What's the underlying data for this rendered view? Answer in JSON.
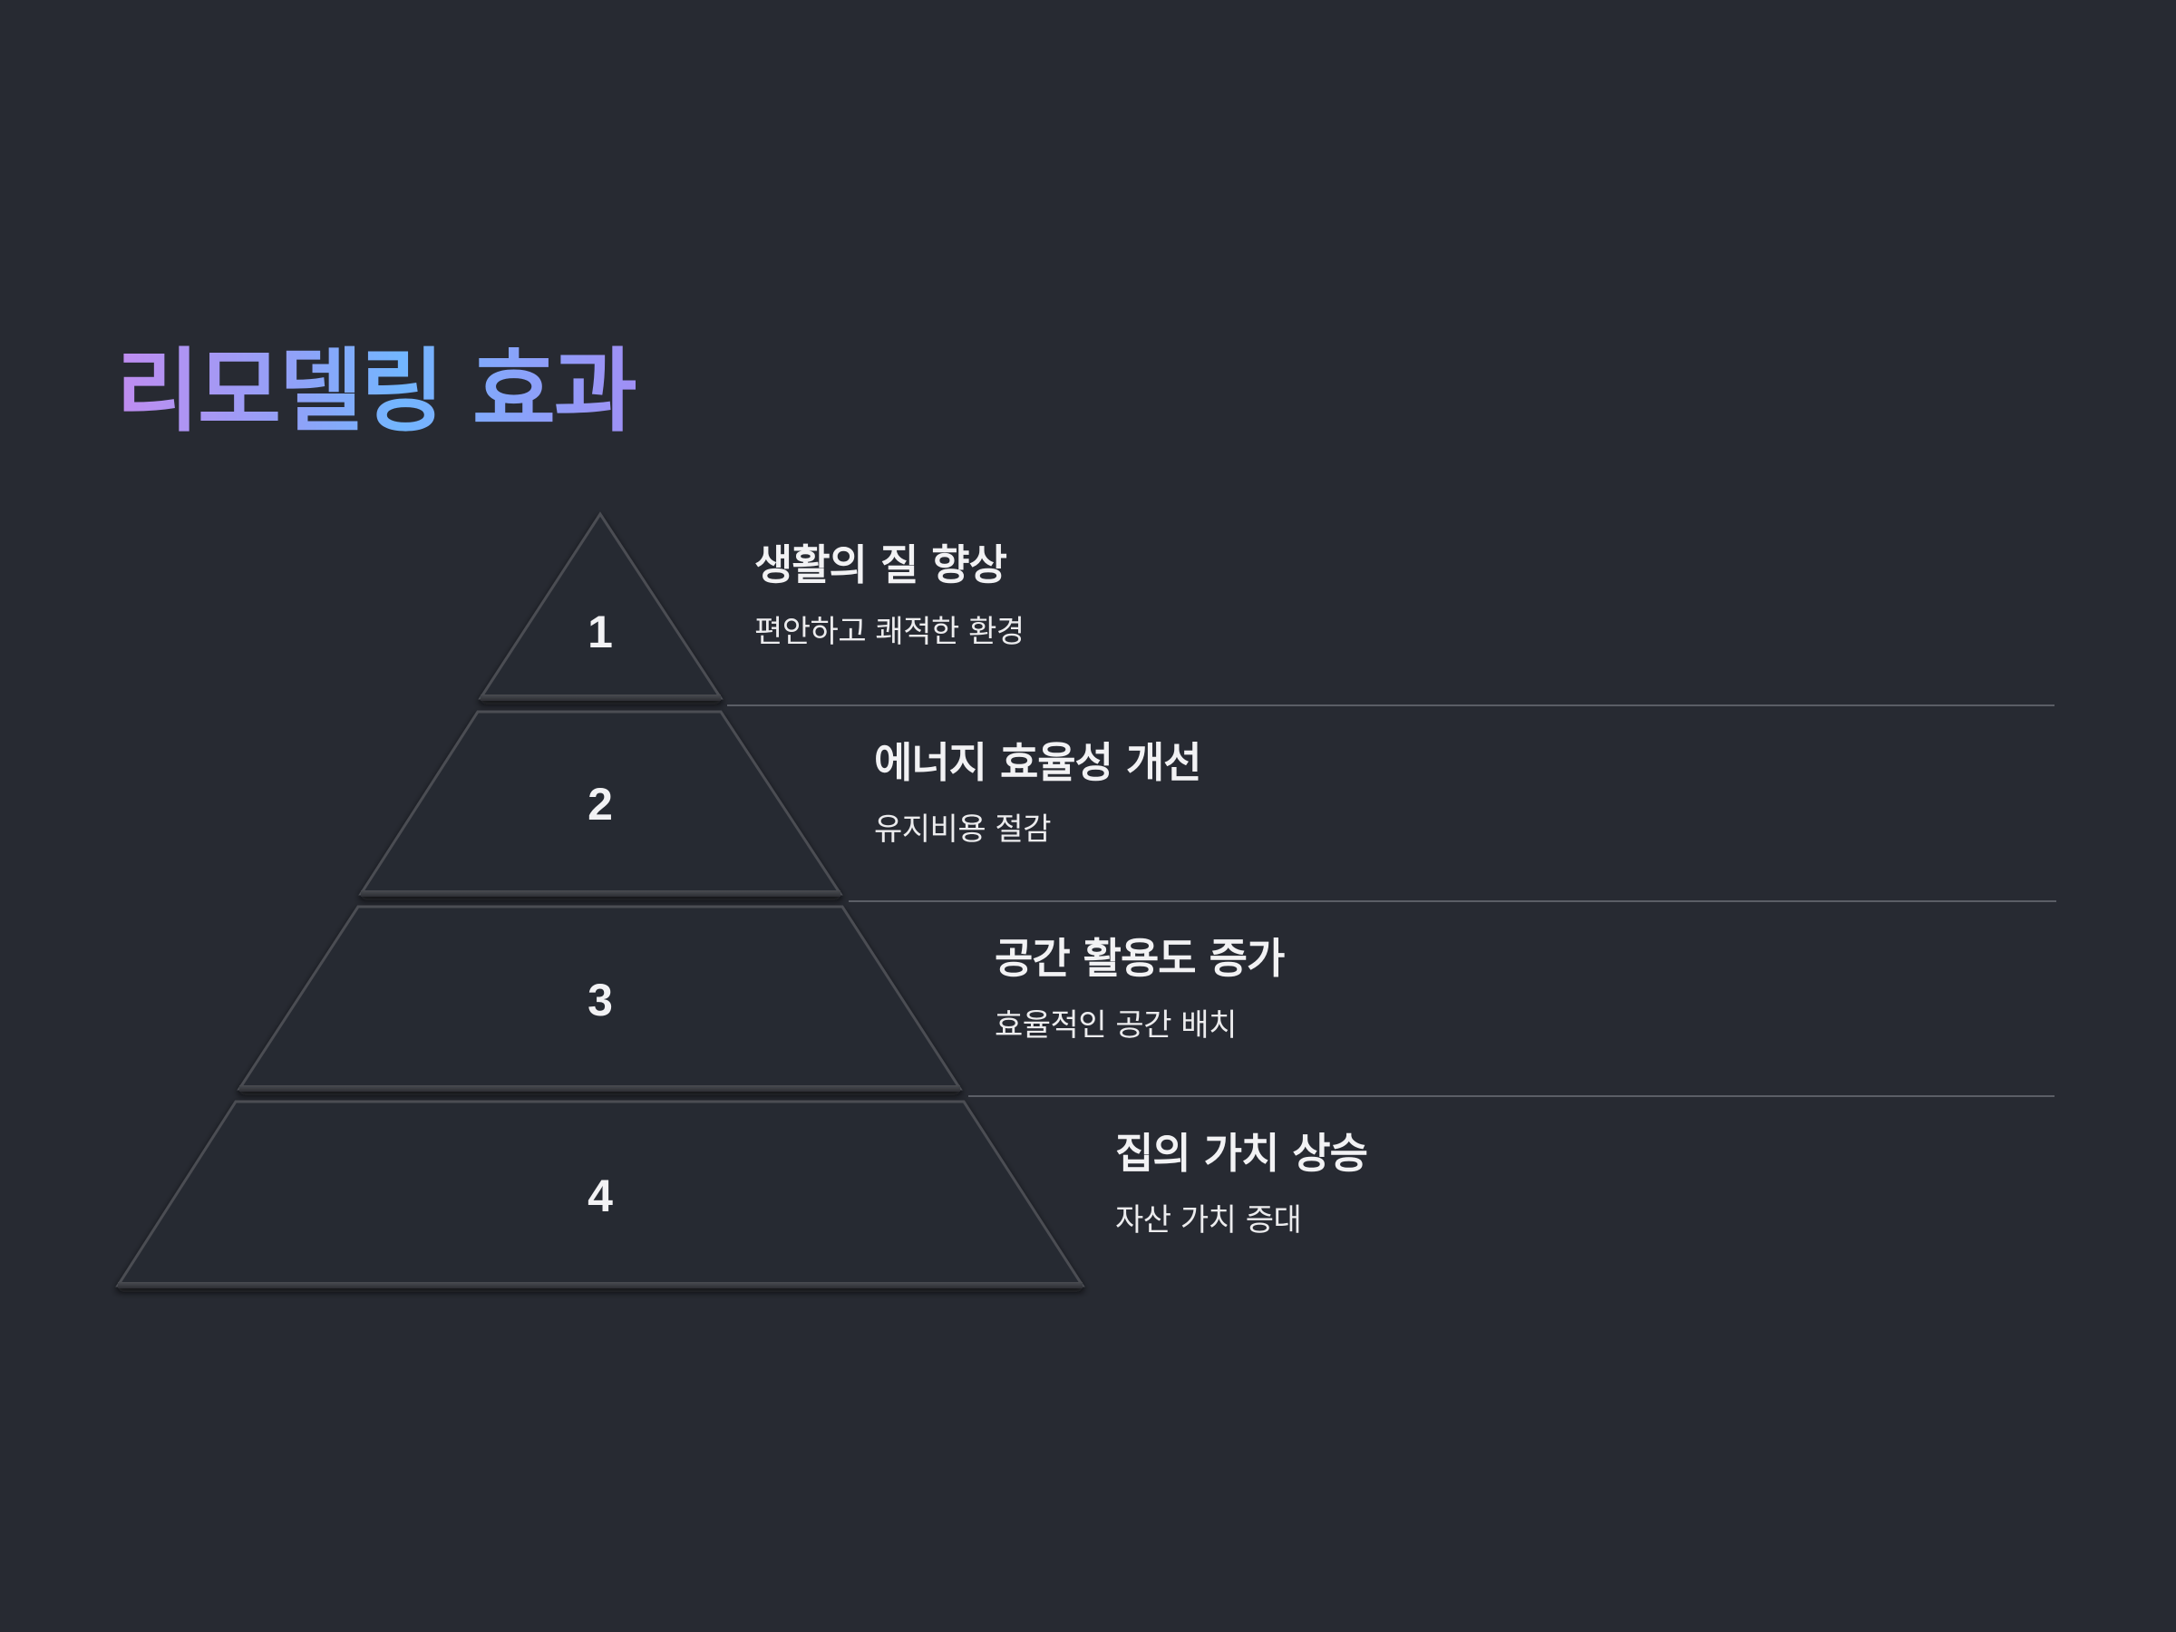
{
  "title": "리모델링 효과",
  "levels": [
    {
      "number": "1",
      "heading": "생활의 질 향상",
      "description": "편안하고 쾌적한 환경"
    },
    {
      "number": "2",
      "heading": "에너지 효율성 개선",
      "description": "유지비용 절감"
    },
    {
      "number": "3",
      "heading": "공간 활용도 증가",
      "description": "효율적인 공간 배치"
    },
    {
      "number": "4",
      "heading": "집의 가치 상승",
      "description": "자산 가치 증대"
    }
  ],
  "colors": {
    "background": "#272a32",
    "tier_fill": "#272a32",
    "text": "#f2f2f4",
    "divider": "#5b5e66",
    "title_gradient": [
      "#c08cf0",
      "#72b6ff",
      "#a08ff5"
    ]
  }
}
